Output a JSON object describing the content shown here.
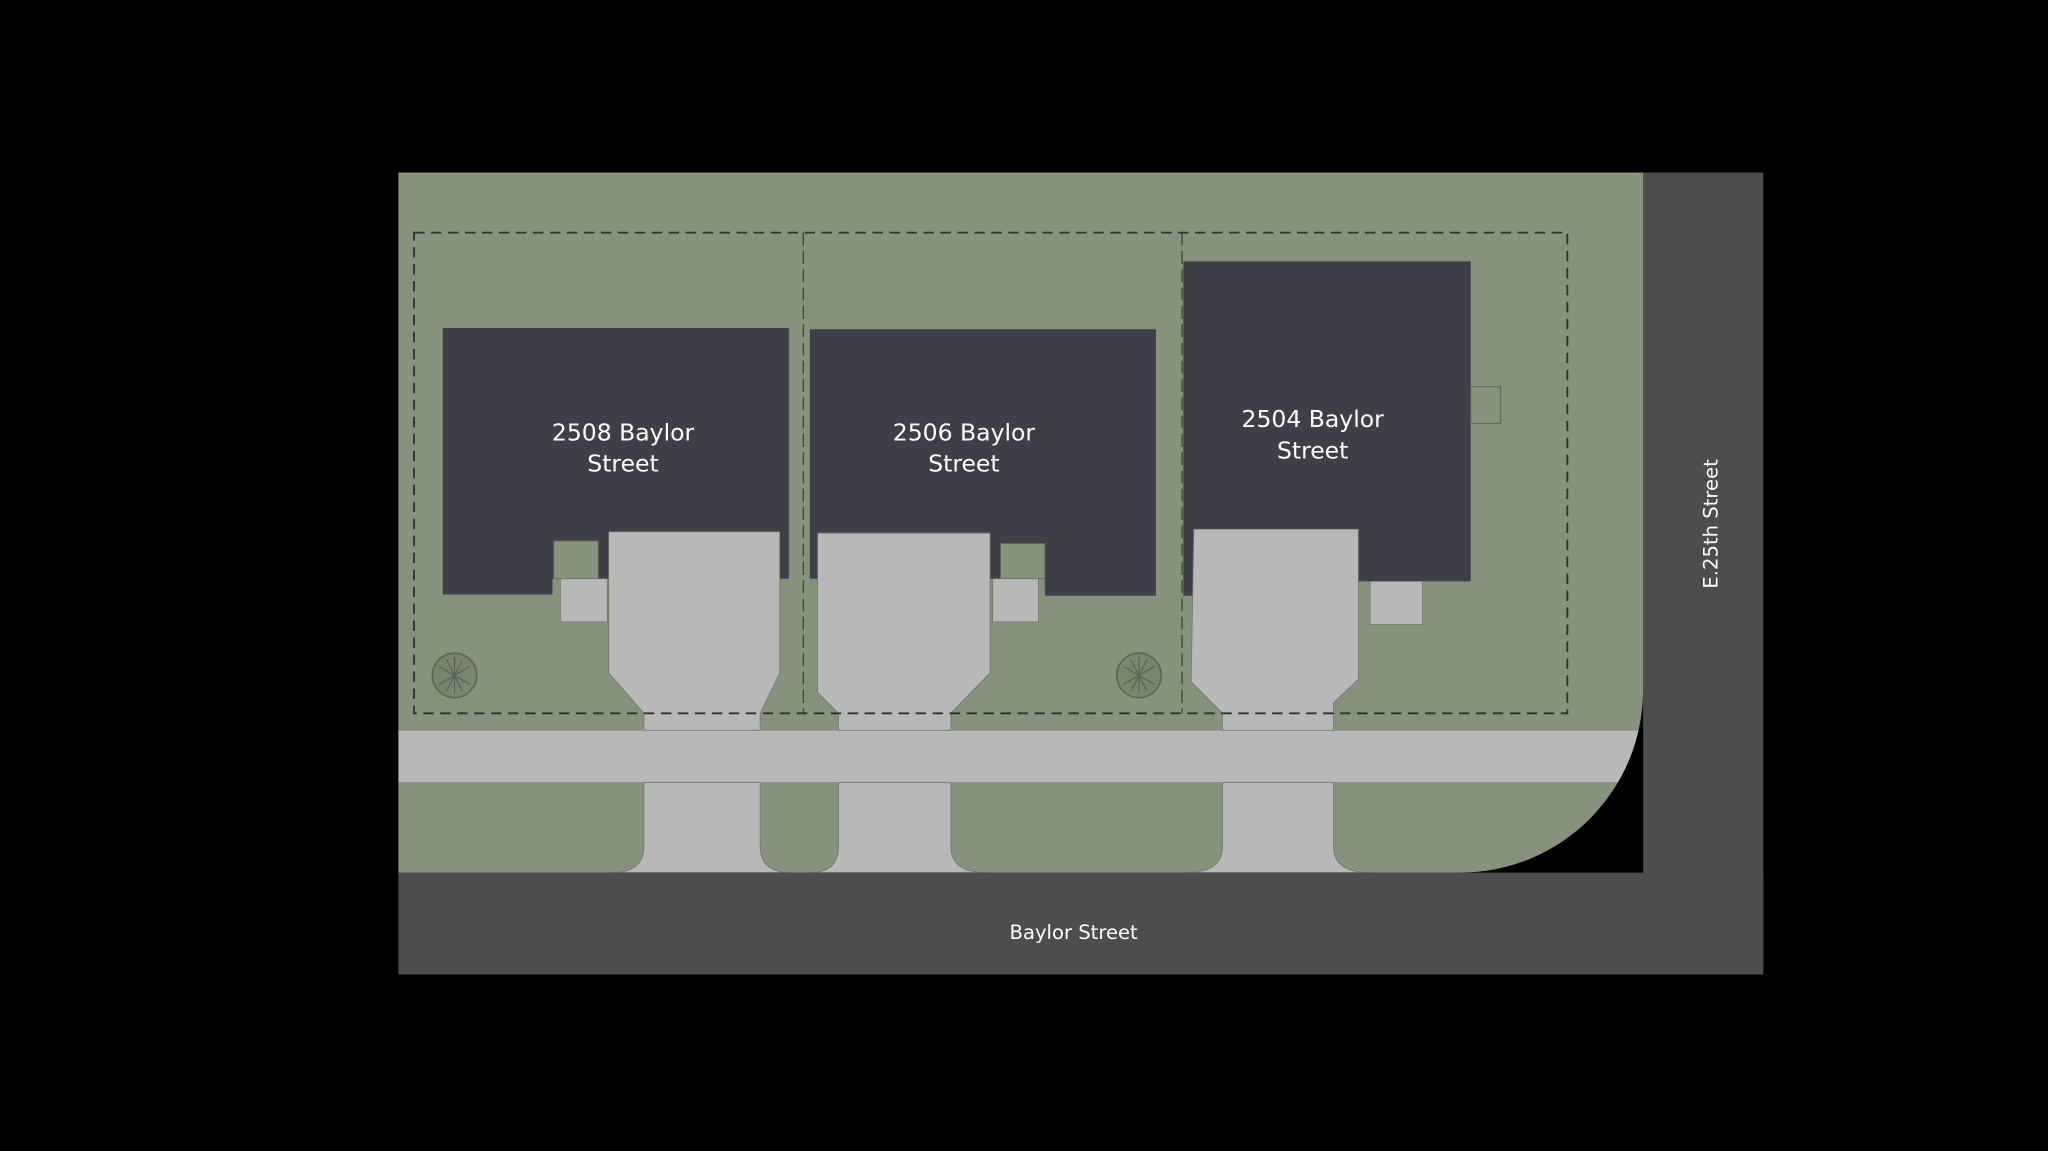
{
  "colors": {
    "background": "#000000",
    "lawn": "#87927d",
    "road": "#4d4d4d",
    "pavement": "#b8b8b8",
    "house": "#3f3f48",
    "lot_line": "#2e342b",
    "label": "#ffffff"
  },
  "houses": [
    {
      "line1": "2508 Baylor",
      "line2": "Street"
    },
    {
      "line1": "2506 Baylor",
      "line2": "Street"
    },
    {
      "line1": "2504 Baylor",
      "line2": "Street"
    }
  ],
  "streets": {
    "bottom": "Baylor Street",
    "right": "E.25th Street"
  },
  "icons": [
    "tree-icon",
    "tree-icon"
  ]
}
